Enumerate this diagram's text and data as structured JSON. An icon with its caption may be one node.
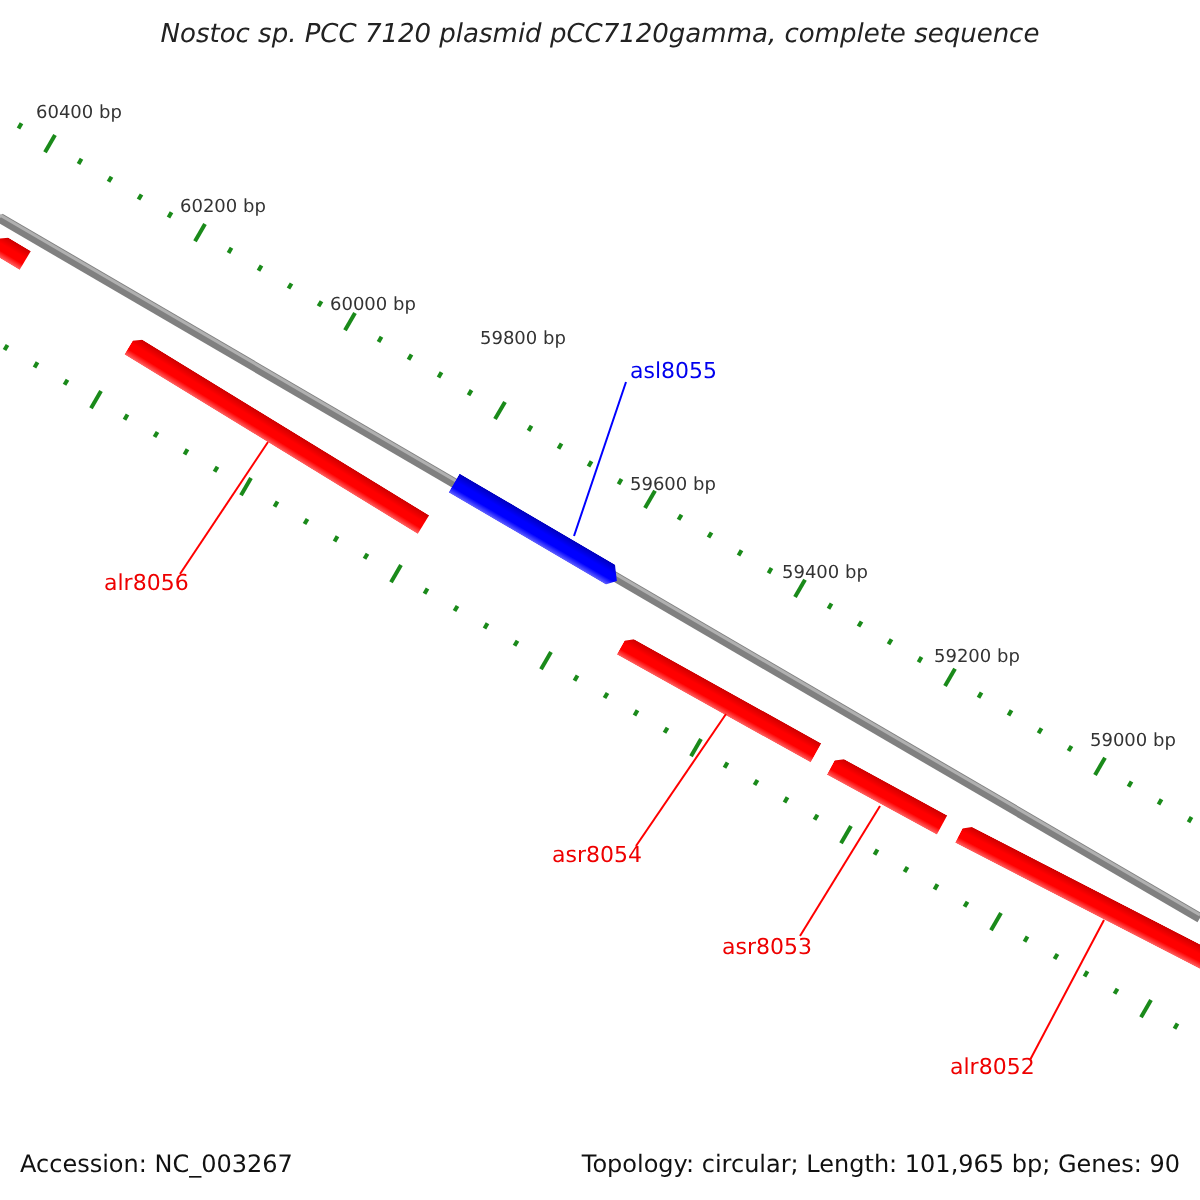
{
  "diagram": {
    "title": "Nostoc sp. PCC 7120 plasmid pCC7120gamma, complete sequence",
    "nodes": [
      {
        "text": [],
        "shape": "bar"
      },
      {
        "text": [],
        "shape": "bar"
      },
      {
        "text": [],
        "shape": "bar"
      },
      {
        "text": [],
        "shape": "bar"
      },
      {
        "text": [],
        "shape": "bar"
      },
      {
        "text": [],
        "shape": "bar"
      },
      {
        "text": [
          "asl8055"
        ]
      },
      {
        "text": [
          "alr8056"
        ]
      },
      {
        "text": [
          "asr8054"
        ]
      },
      {
        "text": [
          "asr8053"
        ]
      },
      {
        "text": [
          "alr8052"
        ]
      }
    ],
    "edges": [
      {
        "from": 6,
        "to": 2,
        "arrow": "none",
        "color": "#0000ff"
      },
      {
        "from": 7,
        "to": 1,
        "arrow": "none"
      },
      {
        "from": 8,
        "to": 3,
        "arrow": "none"
      },
      {
        "from": 9,
        "to": 4,
        "arrow": "none"
      },
      {
        "from": 10,
        "to": 5,
        "arrow": "none"
      }
    ],
    "labels": [
      "60400 bp",
      "60200 bp",
      "60000 bp",
      "59800 bp",
      "59600 bp",
      "59400 bp",
      "59200 bp",
      "59000 bp",
      "Accession: NC_003267",
      "Topology: circular; Length: 101,965 bp; Genes: 90"
    ]
  }
}
